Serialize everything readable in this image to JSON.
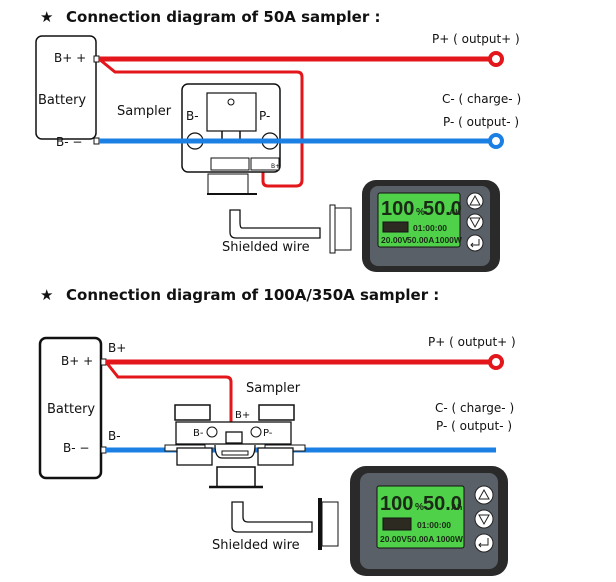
{
  "colors": {
    "positive_wire": "#e2161b",
    "negative_wire": "#1b7fe3",
    "lcd_screen": "#4fd14a",
    "meter_body": "#2a2a2a",
    "meter_face": "#5a6068"
  },
  "sections": [
    {
      "title": "Connection diagram of 50A sampler :",
      "star": "★",
      "battery": {
        "label": "Battery",
        "pos_terminal": "B+ +",
        "neg_terminal": "B-  −"
      },
      "sampler": {
        "label": "Sampler",
        "left_terminal": "B-",
        "right_terminal": "P-",
        "aux_terminal": "B+"
      },
      "outputs": {
        "positive": "P+ ( output+ )",
        "charge": "C- ( charge- )",
        "negative": "P- ( output- )"
      },
      "cable_label": "Shielded wire",
      "meter": {
        "percent": "100",
        "percent_unit": "%",
        "capacity": "50.0",
        "capacity_unit": "Ah",
        "time": "01:00:00",
        "voltage": "20.00V",
        "current": "50.00A",
        "power": "1000W",
        "buttons": [
          "up",
          "down",
          "enter"
        ]
      }
    },
    {
      "title": "Connection diagram of 100A/350A sampler :",
      "star": "★",
      "battery": {
        "label": "Battery",
        "pos_terminal": "B+ +",
        "neg_terminal": "B-  −",
        "pos_wire_label": "B+",
        "neg_wire_label": "B-"
      },
      "sampler": {
        "label": "Sampler",
        "left_terminal": "B-",
        "right_terminal": "P-",
        "aux_terminal": "B+"
      },
      "outputs": {
        "positive": "P+ ( output+ )",
        "charge": "C- ( charge- )",
        "negative": "P- ( output- )"
      },
      "cable_label": "Shielded wire",
      "meter": {
        "percent": "100",
        "percent_unit": "%",
        "capacity": "50.0",
        "capacity_unit": "Ah",
        "time": "01:00:00",
        "voltage": "20.00V",
        "current": "50.00A",
        "power": "1000W",
        "buttons": [
          "up",
          "down",
          "enter"
        ]
      }
    }
  ]
}
